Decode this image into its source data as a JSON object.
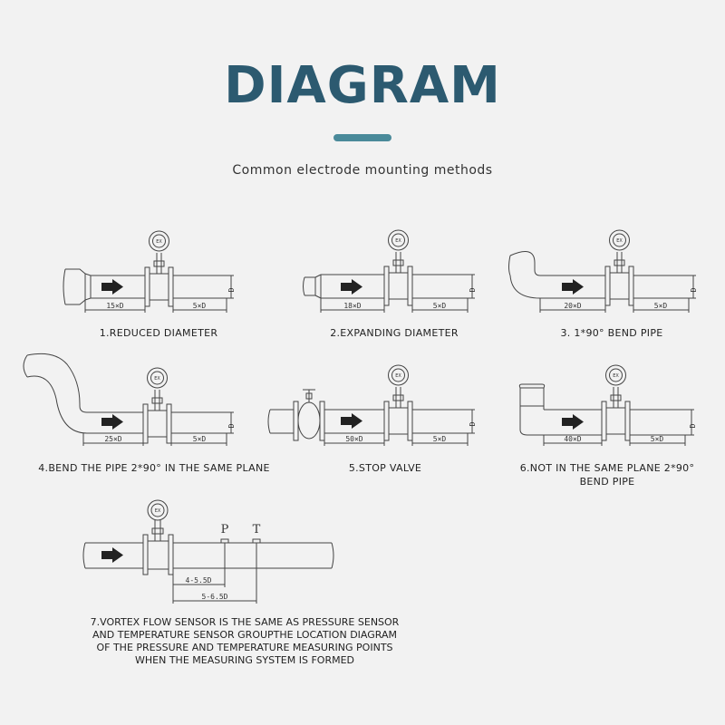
{
  "header": {
    "title": "DIAGRAM",
    "subtitle": "Common electrode mounting methods",
    "accent_color": "#4a8a9a",
    "title_color": "#2c5a70"
  },
  "diagrams": [
    {
      "caption": "1.REDUCED DIAMETER",
      "upstream": "15×D",
      "downstream": "5×D",
      "dia": "D"
    },
    {
      "caption": "2.EXPANDING DIAMETER",
      "upstream": "18×D",
      "downstream": "5×D",
      "dia": "D"
    },
    {
      "caption": "3. 1*90° BEND PIPE",
      "upstream": "20×D",
      "downstream": "5×D",
      "dia": "D"
    },
    {
      "caption": "4.BEND THE PIPE 2*90° IN THE SAME PLANE",
      "upstream": "25×D",
      "downstream": "5×D",
      "dia": "D"
    },
    {
      "caption": "5.STOP VALVE",
      "upstream": "50×D",
      "downstream": "5×D",
      "dia": "D"
    },
    {
      "caption_lines": [
        "6.NOT IN THE SAME PLANE 2*90°",
        "BEND PIPE"
      ],
      "upstream": "40×D",
      "downstream": "5×D",
      "dia": "D"
    },
    {
      "caption_lines": [
        "7.VORTEX FLOW SENSOR IS THE SAME AS PRESSURE SENSOR",
        "AND TEMPERATURE SENSOR GROUPTHE LOCATION DIAGRAM",
        "OF THE PRESSURE AND TEMPERATURE  MEASURING POINTS",
        "WHEN THE MEASURING SYSTEM IS FORMED"
      ],
      "p_label": "P",
      "t_label": "T",
      "p_dist": "4-5.5D",
      "t_dist": "5-6.5D"
    }
  ],
  "sensor_badge": "EX"
}
